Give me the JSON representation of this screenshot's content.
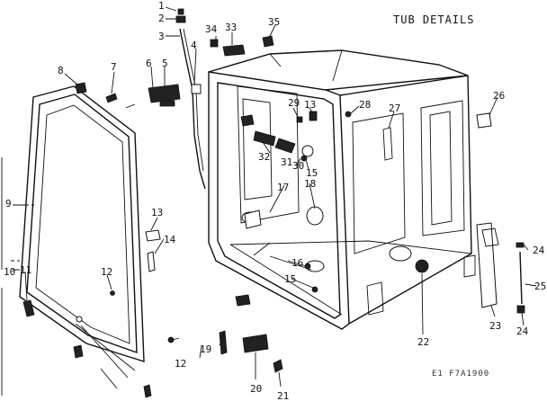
{
  "title": "TUB DETAILS",
  "drawing_code": "E1 F7A1900",
  "callouts": [
    "1",
    "2",
    "3",
    "4",
    "5",
    "6",
    "7",
    "8",
    "9",
    "10",
    "11",
    "12",
    "13",
    "14",
    "15",
    "16",
    "17",
    "18",
    "19",
    "20",
    "21",
    "22",
    "23",
    "24",
    "25",
    "26",
    "27",
    "28",
    "29",
    "30",
    "31",
    "32",
    "33",
    "34",
    "35"
  ],
  "repeated": {
    "c12b": "12",
    "c13b": "13",
    "c15b": "15",
    "c24b": "24"
  }
}
